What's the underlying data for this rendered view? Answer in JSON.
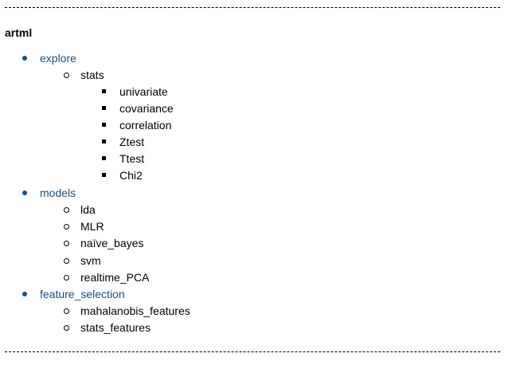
{
  "doc": {
    "title": "artml",
    "explore": {
      "label": "explore",
      "stats": {
        "label": "stats",
        "items": [
          "univariate",
          "covariance",
          "correlation",
          "Ztest",
          "Ttest",
          "Chi2"
        ]
      }
    },
    "models": {
      "label": "models",
      "items": [
        "lda",
        "MLR",
        "naïve_bayes",
        "svm",
        "realtime_PCA"
      ]
    },
    "feature_selection": {
      "label": "feature_selection",
      "items": [
        "mahalanobis_features",
        "stats_features"
      ]
    }
  },
  "colors": {
    "level1_text": "#1f4e79",
    "level1_bullet": "#1f4e79",
    "text": "#000000"
  }
}
